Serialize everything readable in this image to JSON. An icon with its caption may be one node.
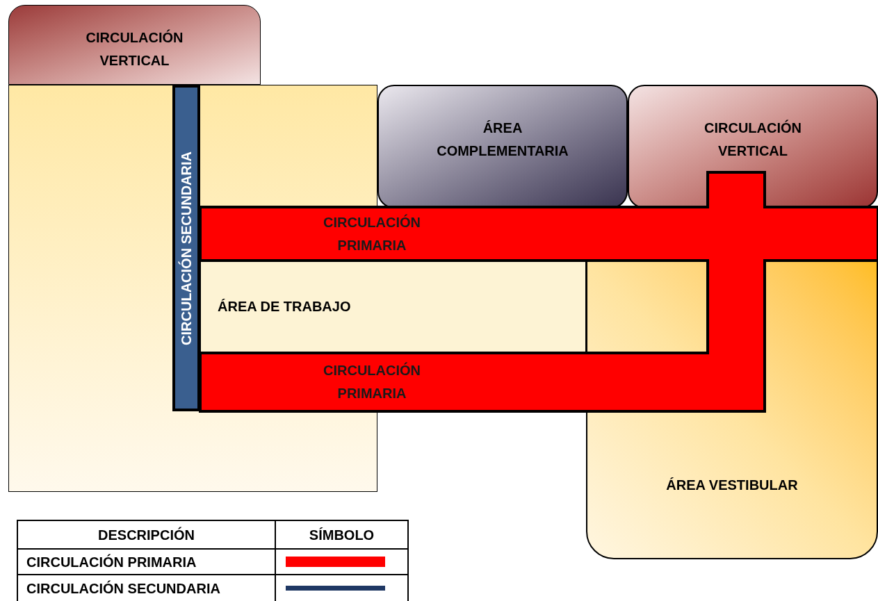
{
  "diagram": {
    "nodes": [
      {
        "text": [
          "CIRCULACIÓN VERTICAL"
        ]
      },
      {
        "text": [
          "ÁREA COMPLEMENTARIA"
        ]
      },
      {
        "text": [
          "CIRCULACIÓN VERTICAL"
        ]
      },
      {
        "text": [
          "CIRCULACIÓN SECUNDARIA"
        ]
      },
      {
        "text": [
          "CIRCULACIÓN PRIMARIA"
        ]
      },
      {
        "text": [
          "ÁREA DE TRABAJO"
        ]
      },
      {
        "text": [
          "CIRCULACIÓN PRIMARIA"
        ]
      },
      {
        "text": [
          "ÁREA VESTIBULAR"
        ]
      }
    ],
    "edges": [],
    "labels": [
      "DESCRIPCIÓN",
      "SÍMBOLO"
    ],
    "legend": [
      {
        "text": "CIRCULACIÓN PRIMARIA",
        "color": "#ff0000"
      },
      {
        "text": "CIRCULACIÓN SECUNDARIA",
        "color": "#1f3864"
      }
    ]
  }
}
